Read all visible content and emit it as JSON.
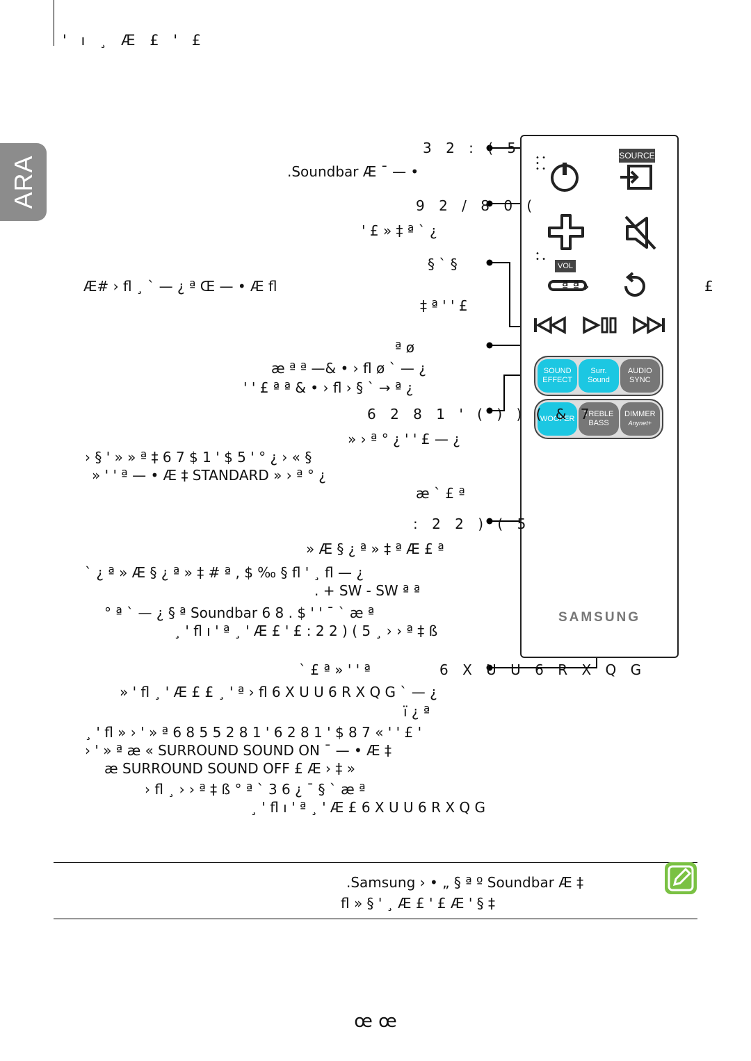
{
  "language_tab": "ARA",
  "header_text": "' ı  ¸ Æ £     ' £",
  "remote": {
    "source_label": "SOURCE",
    "vol_label": "VOL",
    "btn_sound_effect": "SOUND EFFECT",
    "btn_surr_sound": "Surr. Sound",
    "btn_audio_sync": "AUDIO SYNC",
    "btn_woofer": "WOOFER",
    "btn_treble_bass": "TREBLE BASS",
    "btn_dimmer": "DIMMER",
    "btn_anynet": "Anynet+",
    "brand": "SAMSUNG"
  },
  "sections": {
    "power_head": "3 2 : ( 5",
    "power_desc": ".Soundbar  Æ  ¯       — •",
    "volume_head": "9 2 / 8 0 (",
    "volume_desc": "' £           »         ‡  ª   `   ¿",
    "mute_head": "§         ` §",
    "mute_desc_1": "Æ#     › fl        ¸   ` — ¿               ª                  Œ      — •        Æ             fl",
    "mute_desc_2": "‡                ª        '   ' £",
    "mute_right": "ª   ª   ›",
    "mute_far_right": "£",
    "play_head": "ª          ø",
    "play_desc_1": "æ   ª         ª        —& •   › fl    ø   ` — ¿",
    "play_desc_2": "' ' £  ª                ª         & •   › fl    › §   `   → ª ¿",
    "sound_effect_head": "6 2 8 1 '   ( ) ) ( & 7",
    "se_desc_1": "»               ›            ª          ° ¿      '   ' £           — ¿",
    "se_desc_2": "›      §     '                 »              »              ª   ‡ 6 7 $ 1 ' $ 5 '  ° ¿      › « §",
    "se_desc_3": "»     '   ' ª          — •                    Æ      ‡    STANDARD  »              ›        ª          ° ¿",
    "se_desc_4": "æ               `   £ ª",
    "woofer_head": ": 2 2 ) ( 5",
    "woofer_desc_1": "»          Æ  § ¿ ª            »           ‡ ª           Æ    £                  ª",
    "woofer_desc_2": "`   ¿          ª              »         Æ  § ¿ ª        »        ‡ # ª , $ ‰    § fl          '   ¸ fl — ¿",
    "woofer_desc_3": ".  + SW         -  SW         ª      ª",
    "woofer_desc_4": "°  ª    ` — ¿              §       ª   Soundbar 6 8 .  $ ' '       ¯        `   æ             ª",
    "woofer_desc_5": "¸    '   fl       ı ' ª    ¸ ' Æ    £               ' £       : 2 2 ) ( 5 ¸   ›    ›  ª    ‡ ß",
    "surround_head": "6 X U U   6 R X Q G",
    "surround_intro": "`   £ ª        »          '   ' ª",
    "sr_desc_1": "»         '    fl       ¸ ' Æ     £               £                ¸      '             ª   › fl 6 X U U   6 R X Q G  ` — ¿",
    "sr_desc_2": "ï   ¿                 ª",
    "sr_desc_3": "¸     '    fl              »           ›  ' » ª 6 8 5 5 2 8 1 '   6 2 8 1 '   $ 8 7 «         '   ' £       '",
    "sr_desc_4": "›  ' » ª            æ «  SURROUND SOUND ON              ¯        — •        Æ        ‡",
    "sr_desc_5": "æ              SURROUND SOUND OFF  £       Æ                                             ›   ‡                     »",
    "sr_desc_6": "› fl                  ¸   ›    ›  ª    ‡ ß       °  ª  `  3 6 ¿            ¯  §  `   æ               ª",
    "sr_desc_7": "¸    '   fl       ı ' ª    ¸ ' Æ    £     6 X U U   6 R X Q G",
    "note_1": ".Samsung        ›  •       „   §         ª    º     Soundbar      Æ ‡",
    "note_2": "fl                      »      §        '                        ¸  Æ    £              ' £      Æ     ' §   ‡"
  },
  "page_number": "œ œ"
}
